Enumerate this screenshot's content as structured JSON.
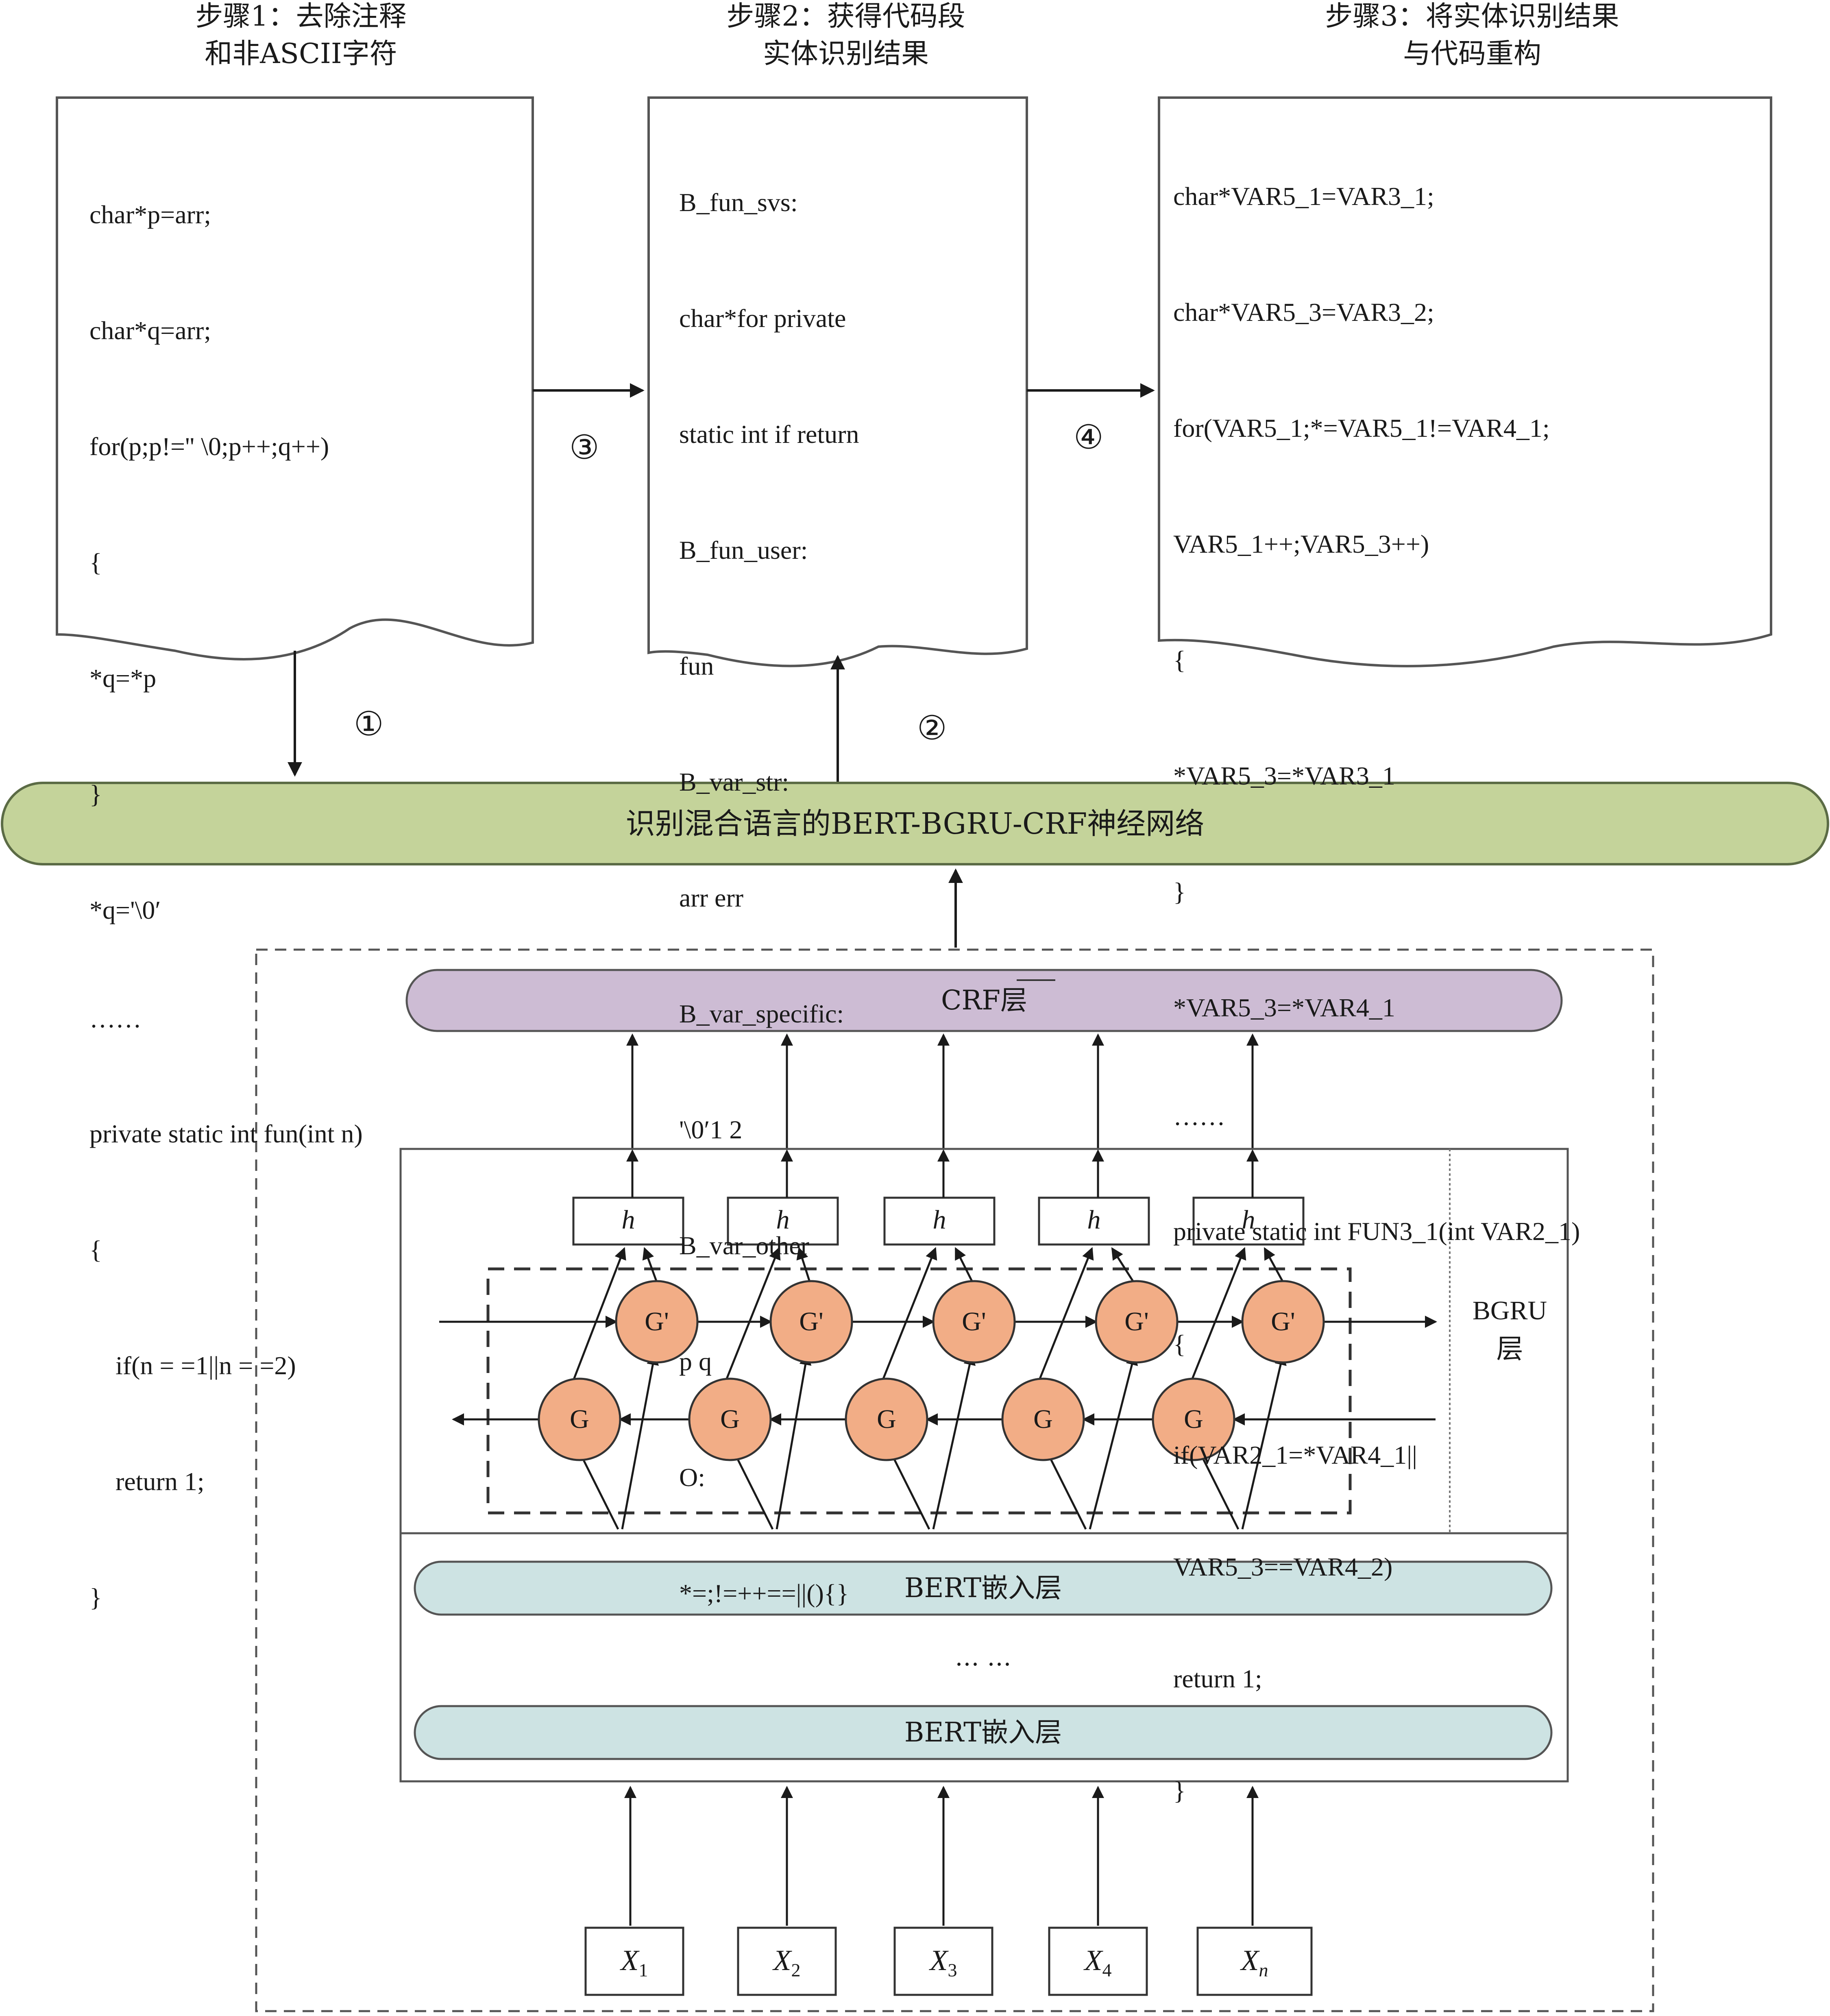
{
  "steps": [
    {
      "title_line1": "步骤1：去除注释",
      "title_line2": "和非ASCII字符",
      "lines": [
        "char*p=arr;",
        "char*q=arr;",
        "for(p;p!='' \\0;p++;q++)",
        "{",
        "*q=*p",
        "}",
        "*q='\\0′",
        "……",
        "private static int fun(int n)",
        "{",
        "    if(n = =1||n = =2)",
        "    return 1;",
        "}"
      ]
    },
    {
      "title_line1": "步骤2：获得代码段",
      "title_line2": "实体识别结果",
      "lines": [
        "B_fun_svs:",
        "char*for private",
        "static int if return",
        "B_fun_user:",
        "fun",
        "B_var_str:",
        "arr err",
        "B_var_specific:",
        "'\\0′1 2",
        "B_var_other",
        "p q",
        "O:",
        "*=;!=++==||(){}"
      ]
    },
    {
      "title_line1": "步骤3：将实体识别结果",
      "title_line2": "与代码重构",
      "lines": [
        "char*VAR5_1=VAR3_1;",
        "char*VAR5_3=VAR3_2;",
        "for(VAR5_1;*=VAR5_1!=VAR4_1;",
        "VAR5_1++;VAR5_3++)",
        "{",
        "*VAR5_3=*VAR3_1",
        "}",
        "*VAR5_3=*VAR4_1",
        "……",
        "private static int FUN3_1(int VAR2_1)",
        "{",
        "if(VAR2_1=*VAR4_1||",
        "VAR5_3==VAR4_2)",
        "return 1;",
        "}"
      ]
    }
  ],
  "markers": {
    "m1": "①",
    "m2": "②",
    "m3": "③",
    "m4": "④"
  },
  "network_label": "识别混合语言的BERT-BGRU-CRF神经网络",
  "crf_label": "CRF层",
  "bgru_label_line1": "BGRU",
  "bgru_label_line2": "层",
  "hidden_label": "h",
  "gru_forward_label": "G'",
  "gru_backward_label": "G",
  "bert_label_top": "BERT嵌入层",
  "bert_ellipsis": "… …",
  "bert_label_bottom": "BERT嵌入层",
  "inputs": [
    {
      "base": "X",
      "sub": "1"
    },
    {
      "base": "X",
      "sub": "2"
    },
    {
      "base": "X",
      "sub": "3"
    },
    {
      "base": "X",
      "sub": "4"
    },
    {
      "base": "X",
      "sub": "n"
    }
  ],
  "colors": {
    "network_pill": "#c4d39a",
    "crf_pill": "#cdbcd4",
    "bert_pill": "#cde3e3",
    "gru_node": "#f2ad86",
    "line": "#1a1a1a"
  }
}
